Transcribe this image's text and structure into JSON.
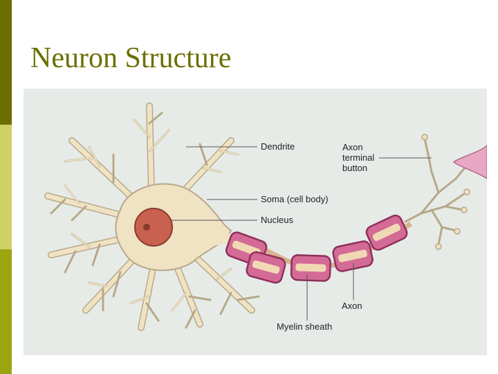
{
  "slide": {
    "title": "Neuron Structure"
  },
  "diagram": {
    "labels": {
      "dendrite": "Dendrite",
      "soma": "Soma (cell body)",
      "nucleus": "Nucleus",
      "axon_terminal_line1": "Axon",
      "axon_terminal_line2": "terminal",
      "axon_terminal_line3": "button",
      "axon": "Axon",
      "myelin_sheath": "Myelin sheath"
    }
  },
  "colors": {
    "title": "#6b6f00",
    "bar_dark": "#6b6f00",
    "bar_mid": "#cfd066",
    "bar_low": "#9ca410",
    "panel_bg": "#e6ebe8",
    "cell_body": "#efe3c4",
    "cell_outline": "#b8a888",
    "nucleus": "#c9614f",
    "myelin": "#d46a96",
    "axon_core": "#f1d8b4"
  }
}
